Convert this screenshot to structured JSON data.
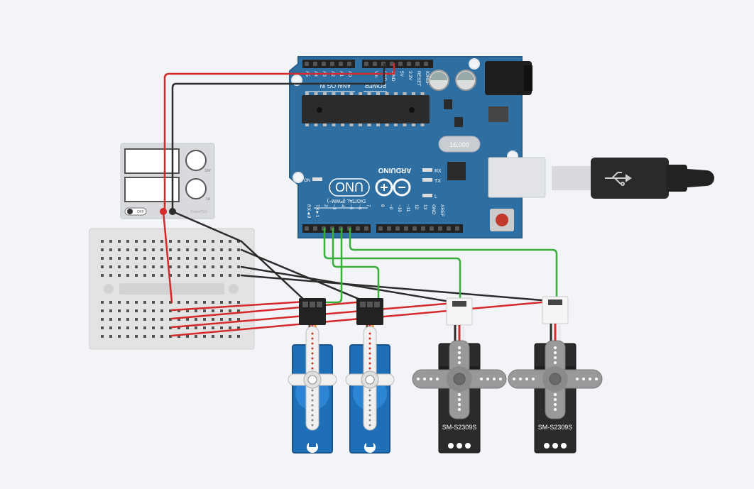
{
  "arduino": {
    "header_analog": "ANALOG IN",
    "header_power": "POWER",
    "analog_pins": [
      "A5",
      "A4",
      "A3",
      "A2",
      "A1",
      "A0"
    ],
    "power_pins": [
      "Vin",
      "GND",
      "GND",
      "5V",
      "3.3V",
      "RESET",
      "IOREF"
    ],
    "brand": "ARDUINO",
    "model": "UNO",
    "on_label": "ON",
    "rx_label": "RX",
    "tx_label": "TX",
    "l_label": "L",
    "digital_header": "DIGITAL (PWM~)",
    "digital_pins": [
      "RX◄0",
      "TX►1",
      "2",
      "~3",
      "4",
      "~5",
      "~6",
      "7",
      "8",
      "~9",
      "~10",
      "~11",
      "12",
      "13",
      "GND",
      "AREF"
    ],
    "crystal_label": "16.000",
    "board_color": "#2f6ea0"
  },
  "power_supply": {
    "off_label": "OFF",
    "brand_label": "TinkerPSU",
    "knob_v_label": "10V",
    "knob_a_label": "1A"
  },
  "servos": [
    {
      "type": "micro",
      "color": "#1f6fb8",
      "label": ""
    },
    {
      "type": "micro",
      "color": "#1f6fb8",
      "label": ""
    },
    {
      "type": "standard",
      "color": "#2b2b2b",
      "label": "SM-S2309S"
    },
    {
      "type": "standard",
      "color": "#2b2b2b",
      "label": "SM-S2309S"
    }
  ],
  "wire_colors": {
    "power": "#d42a2a",
    "ground": "#2c2c2c",
    "signal": "#3aae3a"
  }
}
